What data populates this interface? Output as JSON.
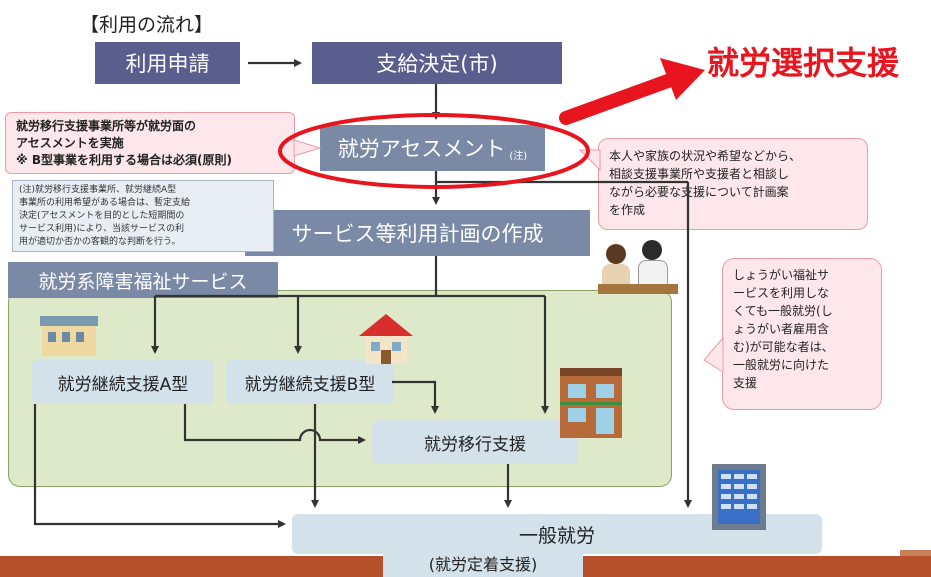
{
  "flow_heading": "【利用の流れ】",
  "steps": {
    "apply": "利用申請",
    "decision": "支給決定(市)",
    "assessment": "就労アセスメント",
    "assessment_note_mark": "(注)",
    "plan": "サービス等利用計画の作成"
  },
  "highlight_label": "就労選択支援",
  "left_callout": {
    "line1": "就労移行支援事業所等が就労面の",
    "line2": "アセスメントを実施",
    "line3": "※ B型事業を利用する場合は必須(原則)"
  },
  "footnote": {
    "line1": "(注)就労移行支援事業所、就労継続A型",
    "line2": "事業所の利用希望がある場合は、暫定支給",
    "line3": "決定(アセスメントを目的とした短期間の",
    "line4": "サービス利用)により、当該サービスの利",
    "line5": "用が適切か否かの客観的な判断を行う。"
  },
  "right_callout": {
    "line1": "本人や家族の状況や希望などから、",
    "line2": "相談支援事業所や支援者と相談し",
    "line3": "ながら必要な支援について計画案",
    "line4": "を作成"
  },
  "section_label": "就労系障害福祉サービス",
  "services": {
    "type_a": "就労継続支援A型",
    "type_b": "就労継続支援B型",
    "transition": "就労移行支援"
  },
  "general_employment": "一般就労",
  "retention_support": "(就労定着支援)",
  "side_callout": {
    "line1": "しょうがい福祉サ",
    "line2": "ービスを利用しな",
    "line3": "くても一般就労(し",
    "line4": "ょうがい者雇用含",
    "line5": "む)が可能な者は、",
    "line6": "一般就労に向けた",
    "line7": "支援"
  },
  "colors": {
    "navy": "#5a5e8e",
    "steel": "#7a89a6",
    "highlight_red": "#e8141e",
    "bottom_bar": "#b5502a"
  }
}
